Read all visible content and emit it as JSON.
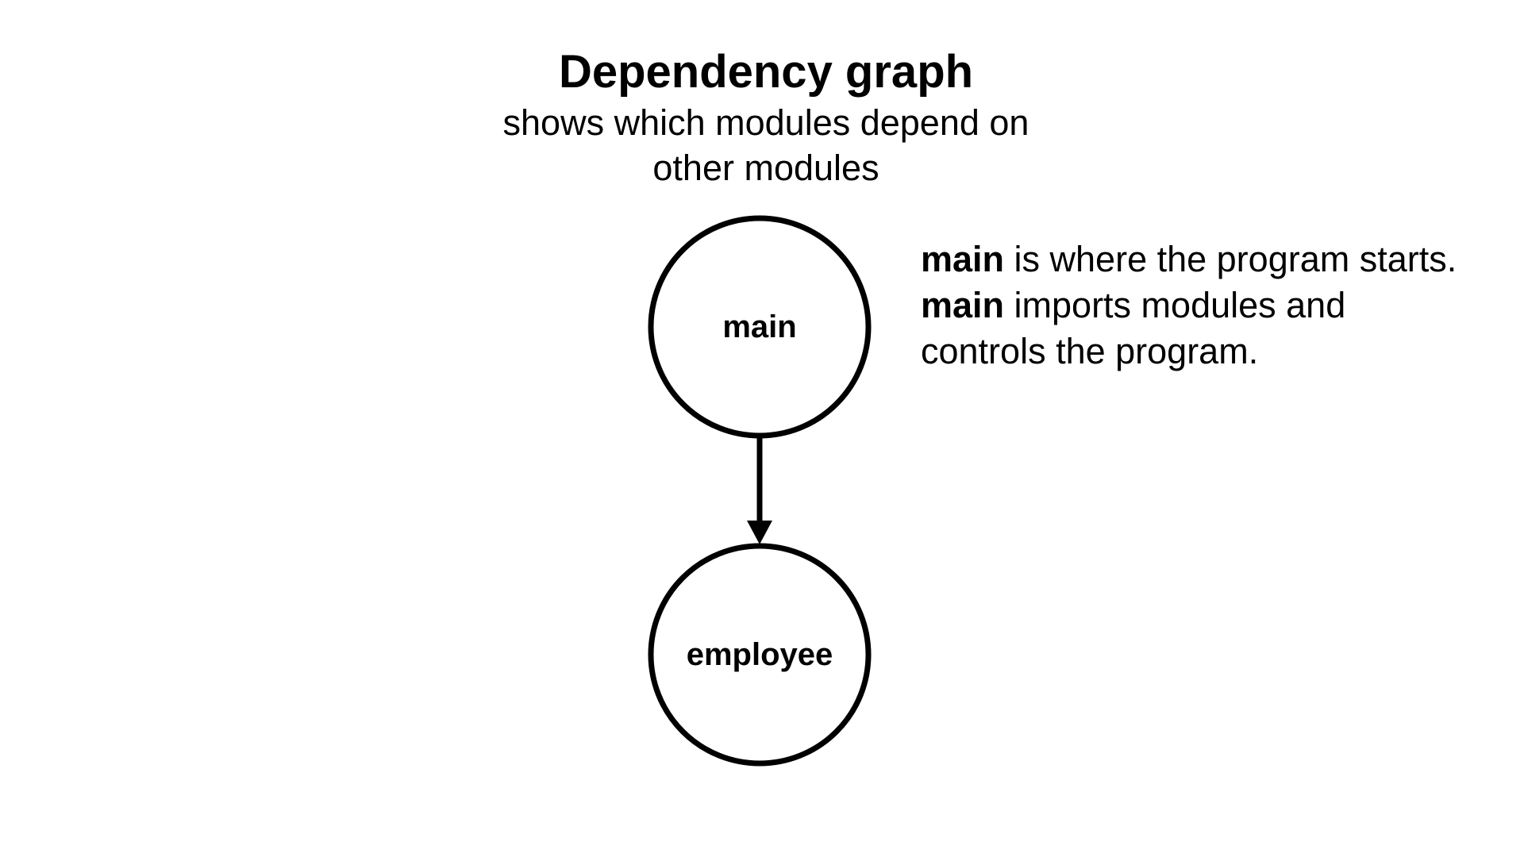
{
  "title": "Dependency graph",
  "subtitle": "shows which modules depend on other modules",
  "nodes": [
    {
      "id": "main",
      "label": "main"
    },
    {
      "id": "employee",
      "label": "employee"
    }
  ],
  "edges": [
    {
      "from": "main",
      "to": "employee"
    }
  ],
  "notes": [
    {
      "bold": "main",
      "text": " is where the program starts."
    },
    {
      "bold": "main",
      "text": " imports modules and controls the program."
    }
  ]
}
